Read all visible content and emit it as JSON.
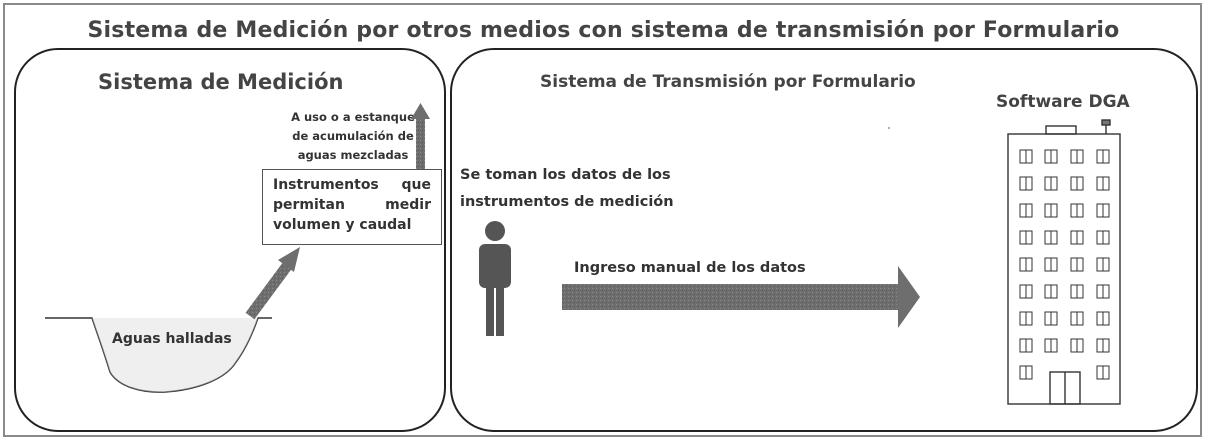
{
  "diagram": {
    "title": "Sistema de Medición por otros medios con sistema de transmisión por Formulario",
    "left_panel": {
      "heading": "Sistema de Medición",
      "note": "A uso o a estanque de acumulación de aguas mezcladas",
      "instrument_box": "Instrumentos que permitan medir volumen y caudal",
      "water_label": "Aguas halladas"
    },
    "right_panel": {
      "heading": "Sistema de Transmisión por Formulario",
      "data_taken": "Se toman los datos de los instrumentos de medición",
      "manual_entry": "Ingreso manual de los datos",
      "software_label": "Software DGA"
    },
    "colors": {
      "arrow": "#6e6e6e",
      "person": "#555555",
      "building_outline": "#333333",
      "panel_border": "#222222"
    },
    "icons": [
      "person-icon",
      "building-icon",
      "arrow-icon"
    ]
  }
}
